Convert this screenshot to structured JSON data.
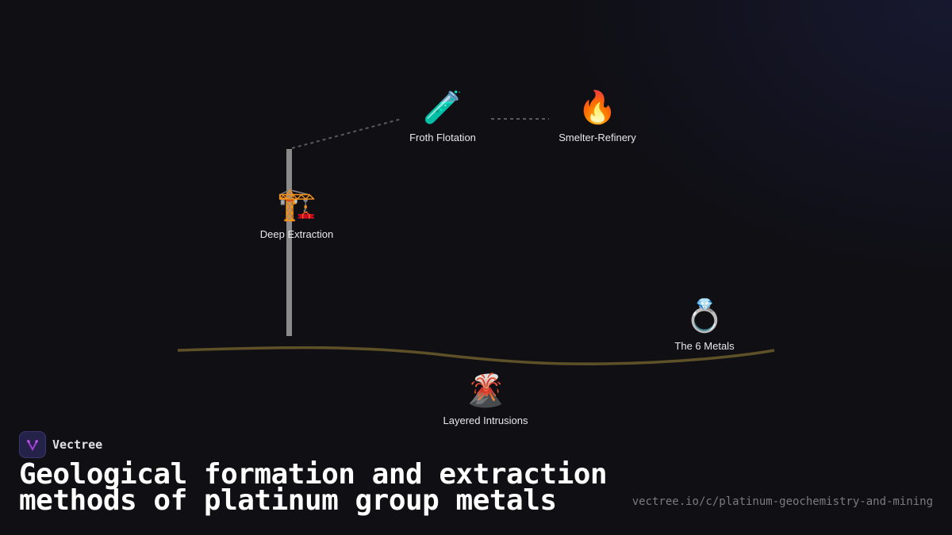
{
  "diagram": {
    "nodes": [
      {
        "id": "froth-flotation",
        "label": "Froth Flotation",
        "icon": "test-tube-icon",
        "glyph": "🧪"
      },
      {
        "id": "smelter-refinery",
        "label": "Smelter-Refinery",
        "icon": "fire-icon",
        "glyph": "🔥"
      },
      {
        "id": "deep-extraction",
        "label": "Deep Extraction",
        "icon": "crane-icon",
        "glyph": "🏗️"
      },
      {
        "id": "the-6-metals",
        "label": "The 6 Metals",
        "icon": "ring-icon",
        "glyph": "💍"
      },
      {
        "id": "layered-intrusions",
        "label": "Layered Intrusions",
        "icon": "volcano-icon",
        "glyph": "🌋"
      }
    ],
    "colors": {
      "background": "#0f0f14",
      "shaft": "#8a8a8a",
      "strata_line": "#5e5128",
      "connector": "#5a5a5e",
      "label": "#e8e8ec"
    }
  },
  "brand": {
    "name": "Vectree",
    "logo_icon": "vectree-logo-icon",
    "accent": "#a23cd8"
  },
  "title": {
    "line1": "Geological formation and extraction",
    "line2": "methods of platinum group metals"
  },
  "footer": {
    "url": "vectree.io/c/platinum-geochemistry-and-mining"
  }
}
